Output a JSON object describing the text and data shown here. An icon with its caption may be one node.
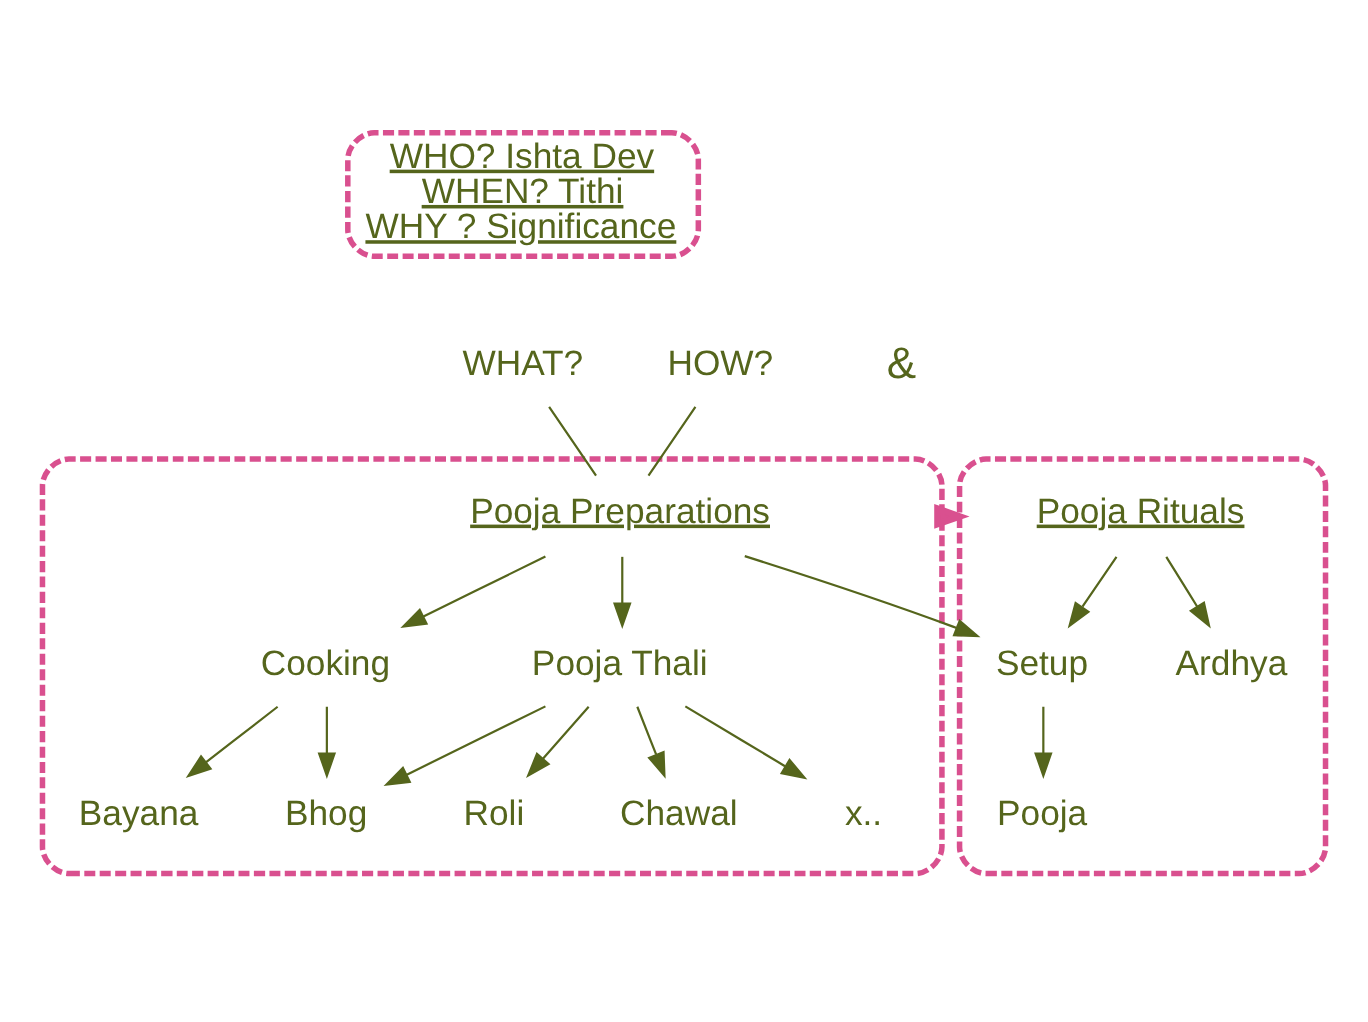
{
  "diagram": {
    "nodes": [
      {
        "text": [
          "WHO? Ishta Dev",
          "WHEN? Tithi",
          "WHY ? Significance"
        ]
      },
      {
        "text": [
          "WHAT?"
        ]
      },
      {
        "text": [
          "HOW?"
        ]
      },
      {
        "text": [],
        "shape": "ellipse"
      },
      {
        "text": [
          "Pooja Preparations"
        ],
        "in": 3
      },
      {
        "text": [
          "Cooking"
        ],
        "in": 3
      },
      {
        "text": [
          "Pooja Thali"
        ],
        "in": 3
      },
      {
        "text": [
          "Bayana"
        ],
        "in": 3
      },
      {
        "text": [
          "Bhog"
        ],
        "in": 3
      },
      {
        "text": [
          "Roli"
        ],
        "in": 3
      },
      {
        "text": [
          "Chawal"
        ],
        "in": 3
      },
      {
        "text": [
          "x.."
        ],
        "in": 3
      },
      {
        "text": [],
        "shape": "ellipse"
      },
      {
        "text": [
          "Pooja Rituals"
        ],
        "in": 12
      },
      {
        "text": [
          "Setup"
        ],
        "in": 12
      },
      {
        "text": [
          "Ardhya"
        ],
        "in": 12
      },
      {
        "text": [
          "Pooja"
        ],
        "in": 12
      }
    ],
    "edges": [
      {
        "from": 1,
        "to": 4,
        "arrow": "none"
      },
      {
        "from": 2,
        "to": 4,
        "arrow": "none"
      },
      {
        "from": 3,
        "to": 12,
        "arrow": "to",
        "style": "thick",
        "color": "#d9508f"
      },
      {
        "from": 4,
        "to": 5,
        "arrow": "to"
      },
      {
        "from": 4,
        "to": 6,
        "arrow": "to"
      },
      {
        "from": 4,
        "to": 14,
        "arrow": "to"
      },
      {
        "from": 5,
        "to": 7,
        "arrow": "to"
      },
      {
        "from": 5,
        "to": 8,
        "arrow": "to"
      },
      {
        "from": 6,
        "to": 8,
        "arrow": "to"
      },
      {
        "from": 6,
        "to": 9,
        "arrow": "to"
      },
      {
        "from": 6,
        "to": 10,
        "arrow": "to"
      },
      {
        "from": 6,
        "to": 11,
        "arrow": "to"
      },
      {
        "from": 13,
        "to": 14,
        "arrow": "to"
      },
      {
        "from": 13,
        "to": 15,
        "arrow": "to"
      },
      {
        "from": 14,
        "to": 16,
        "arrow": "to"
      }
    ],
    "labels": [
      "&"
    ]
  }
}
